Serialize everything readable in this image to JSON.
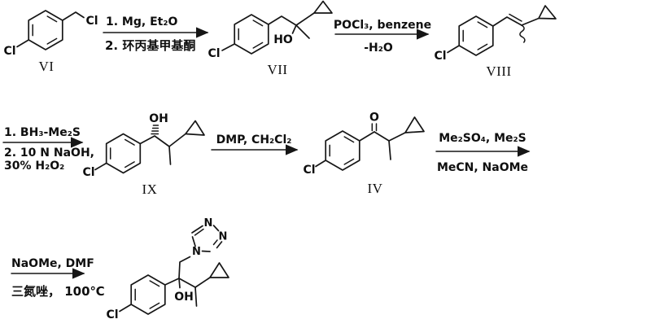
{
  "figure": {
    "background": "#ffffff",
    "ink": "#161616",
    "type": "chemical-reaction-scheme"
  },
  "row1": {
    "vi": {
      "label": "VI",
      "ring_cl": "Cl",
      "ch2_cl": "Cl"
    },
    "arrow1": {
      "above": "1. Mg, Et₂O",
      "below": "2. 环丙基甲基酮"
    },
    "vii": {
      "label": "VII",
      "ring_cl": "Cl",
      "ho": "HO"
    },
    "arrow2": {
      "above": "POCl₃, benzene",
      "below": "-H₂O"
    },
    "viii": {
      "label": "VIII",
      "ring_cl": "Cl"
    }
  },
  "row2": {
    "arrow3": {
      "above": "1. BH₃-Me₂S",
      "below1": "2. 10 N NaOH,",
      "below2": "30% H₂O₂"
    },
    "ix": {
      "label": "IX",
      "ring_cl": "Cl",
      "oh": "OH"
    },
    "arrow4": {
      "above": "DMP, CH₂Cl₂"
    },
    "iv": {
      "label": "IV",
      "ring_cl": "Cl",
      "o": "O"
    },
    "arrow5": {
      "above": "Me₂SO₄, Me₂S",
      "below": "MeCN, NaOMe"
    }
  },
  "row3": {
    "arrow6": {
      "above": "NaOMe, DMF",
      "below": "三氮唑， 100℃"
    },
    "product": {
      "ring_cl": "Cl",
      "oh": "OH",
      "n_top": "N",
      "n_right": "N",
      "n_bottom": "N"
    }
  }
}
